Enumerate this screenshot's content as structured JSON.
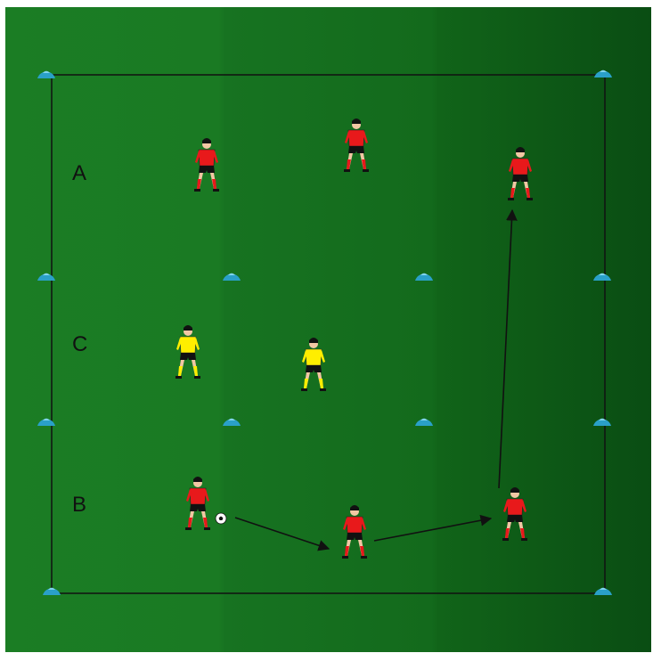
{
  "colors": {
    "grass_light": "#1b7d24",
    "grass_dark": "#0a4d13",
    "line": "#111111",
    "cone": "#2aa0c8",
    "team_red": "#e8191b",
    "team_yellow": "#ffee00",
    "shorts": "#111111",
    "skin": "#f2c7a4"
  },
  "zones": [
    {
      "id": "A",
      "label": "A"
    },
    {
      "id": "C",
      "label": "C"
    },
    {
      "id": "B",
      "label": "B"
    }
  ],
  "players": [
    {
      "zone": "A",
      "team": "red"
    },
    {
      "zone": "A",
      "team": "red"
    },
    {
      "zone": "A",
      "team": "red"
    },
    {
      "zone": "C",
      "team": "yellow"
    },
    {
      "zone": "C",
      "team": "yellow"
    },
    {
      "zone": "B",
      "team": "red",
      "has_ball": true
    },
    {
      "zone": "B",
      "team": "red"
    },
    {
      "zone": "B",
      "team": "red"
    }
  ],
  "movements": [
    {
      "type": "pass",
      "from_zone": "B",
      "to_zone": "B"
    },
    {
      "type": "pass",
      "from_zone": "B",
      "to_zone": "B"
    },
    {
      "type": "pass",
      "from_zone": "B",
      "to_zone": "A"
    }
  ],
  "cones": {
    "count": 12,
    "icon": "cone-icon"
  }
}
